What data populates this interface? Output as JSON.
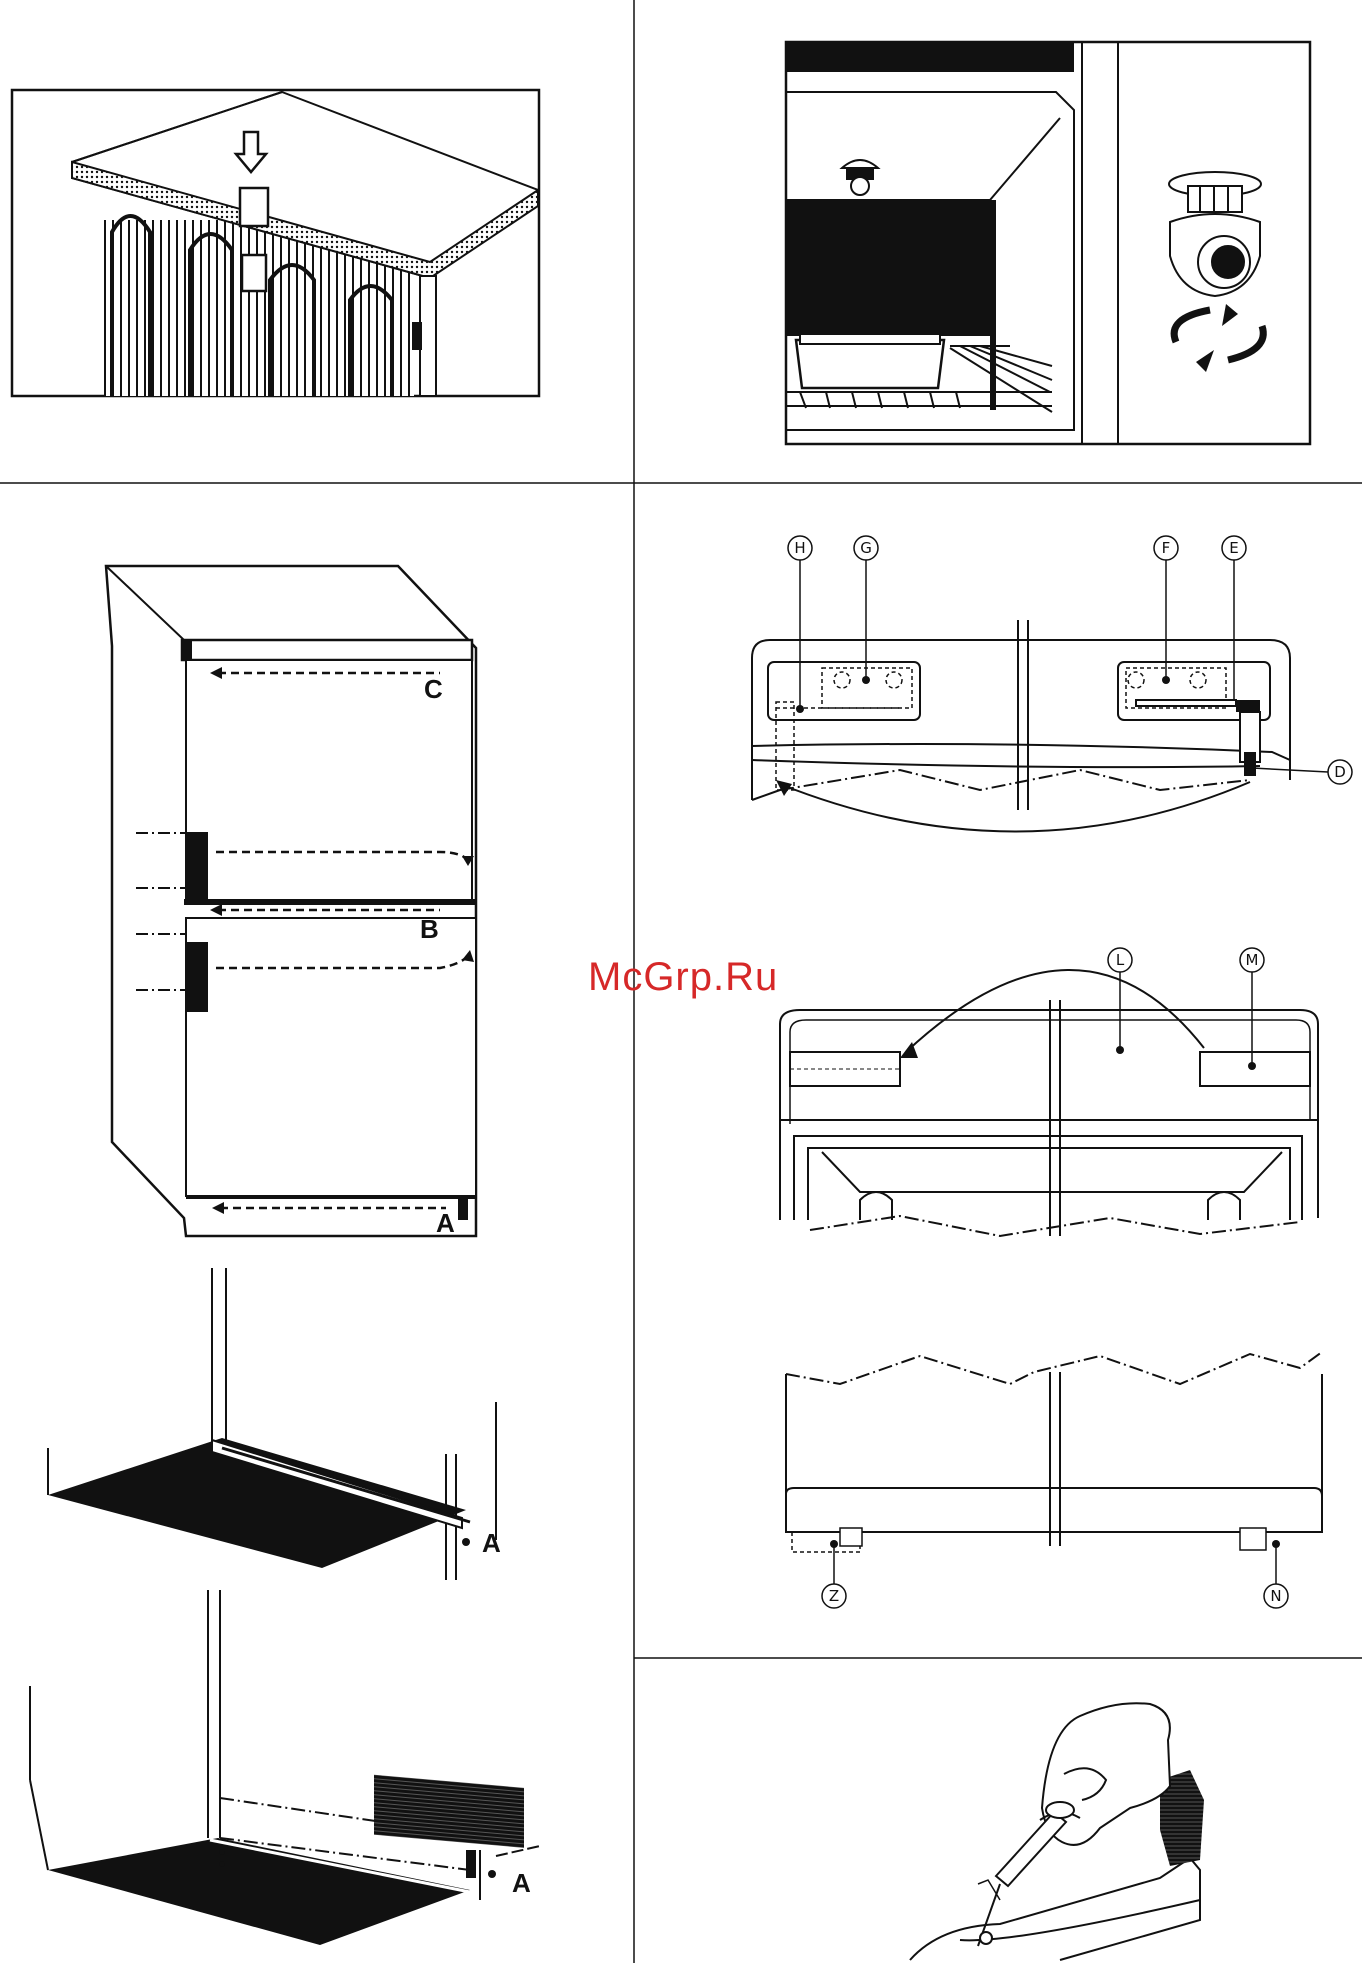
{
  "watermark": {
    "text": "McGrp.Ru",
    "color": "#d62828"
  },
  "labels": {
    "fridge_top": "C",
    "fridge_middle": "B",
    "fridge_bottom": "A",
    "panel_upper": "A",
    "panel_lower": "A",
    "door_top": [
      "H",
      "G",
      "F",
      "E",
      "D"
    ],
    "handle": [
      "L",
      "M"
    ],
    "door_bottom": [
      "Z",
      "N"
    ]
  },
  "colors": {
    "ink": "#111111",
    "paper": "#ffffff"
  }
}
